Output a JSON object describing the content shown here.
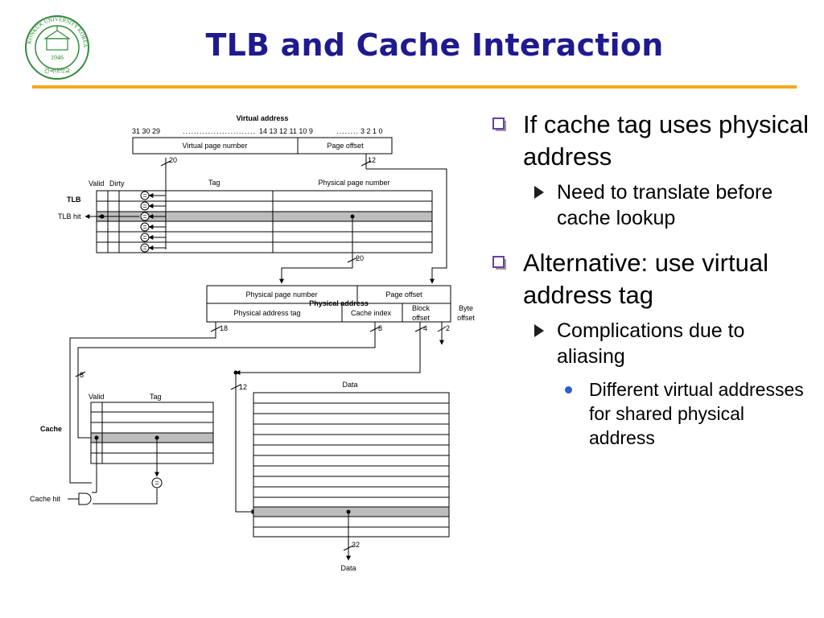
{
  "slide": {
    "title": "TLB and Cache Interaction"
  },
  "logo": {
    "ring_text": "KONKUK UNIVERSITY KOREA",
    "year": "1946",
    "korean": "건국대학교"
  },
  "diagram": {
    "virtual_address": {
      "title": "Virtual address",
      "bits_left": "31  30  29",
      "bits_mid": "14  13  12  11  10  9",
      "bits_right": "3   2   1   0",
      "vpn": "Virtual page number",
      "offset": "Page offset",
      "w20": "20",
      "w12": "12"
    },
    "tlb": {
      "label": "TLB",
      "hit": "TLB hit",
      "valid": "Valid",
      "dirty": "Dirty",
      "tag": "Tag",
      "ppn": "Physical page number",
      "eq": "=",
      "w20": "20"
    },
    "physical_address": {
      "title": "Physical address",
      "ppn": "Physical page number",
      "offset": "Page offset",
      "tag": "Physical address tag",
      "index": "Cache index",
      "block": "Block",
      "block2": "offset",
      "byte": "Byte",
      "byte2": "offset",
      "w18": "18",
      "w8": "8",
      "w4": "4",
      "w2": "2"
    },
    "cache": {
      "label": "Cache",
      "valid": "Valid",
      "tag": "Tag",
      "data": "Data",
      "hit": "Cache hit",
      "eq": "=",
      "w8": "8",
      "w12": "12",
      "w32": "32",
      "out": "Data"
    }
  },
  "bullets": [
    {
      "text": "If cache tag uses physical address",
      "sub": [
        {
          "text": "Need to translate before cache lookup"
        }
      ]
    },
    {
      "text": "Alternative: use virtual address tag",
      "sub": [
        {
          "text": "Complications due to aliasing",
          "sub": [
            {
              "text": "Different virtual addresses for shared physical address"
            }
          ]
        }
      ]
    }
  ],
  "colors": {
    "title": "#1f1a8e",
    "rule": "#f4a81a",
    "logo": "#2f8a3a",
    "highlight": "#bdbdbd"
  }
}
